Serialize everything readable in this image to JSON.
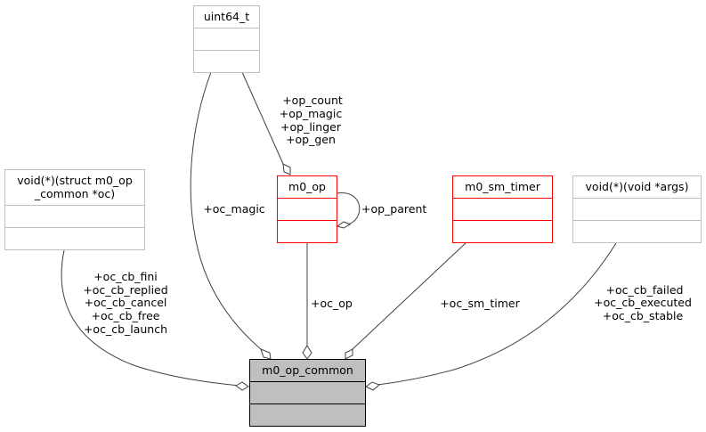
{
  "nodes": {
    "uint64": {
      "title": "uint64_t",
      "style": "gray"
    },
    "voidcb": {
      "title_lines": [
        "void(*)(struct m0_op",
        "_common *oc)"
      ],
      "style": "gray"
    },
    "m0op": {
      "title": "m0_op",
      "style": "red"
    },
    "timer": {
      "title": "m0_sm_timer",
      "style": "red"
    },
    "voidargs": {
      "title": "void(*)(void *args)",
      "style": "gray"
    },
    "common": {
      "title": "m0_op_common",
      "style": "focus"
    }
  },
  "edges": {
    "uint64_to_m0op": [
      "+op_count",
      "+op_magic",
      "+op_linger",
      "+op_gen"
    ],
    "uint64_to_common": [
      "+oc_magic"
    ],
    "m0op_self": [
      "+op_parent"
    ],
    "m0op_to_common": [
      "+oc_op"
    ],
    "timer_to_common": [
      "+oc_sm_timer"
    ],
    "voidcb_to_common": [
      "+oc_cb_fini",
      "+oc_cb_replied",
      "+oc_cb_cancel",
      "+oc_cb_free",
      "+oc_cb_launch"
    ],
    "voidargs_to_common": [
      "+oc_cb_failed",
      "+oc_cb_executed",
      "+oc_cb_stable"
    ]
  },
  "colors": {
    "gray_border": "#bfbfbf",
    "red_border": "#ff0000",
    "focus_fill": "#bfbfbf",
    "focus_border": "#000000",
    "edge": "#404040"
  }
}
